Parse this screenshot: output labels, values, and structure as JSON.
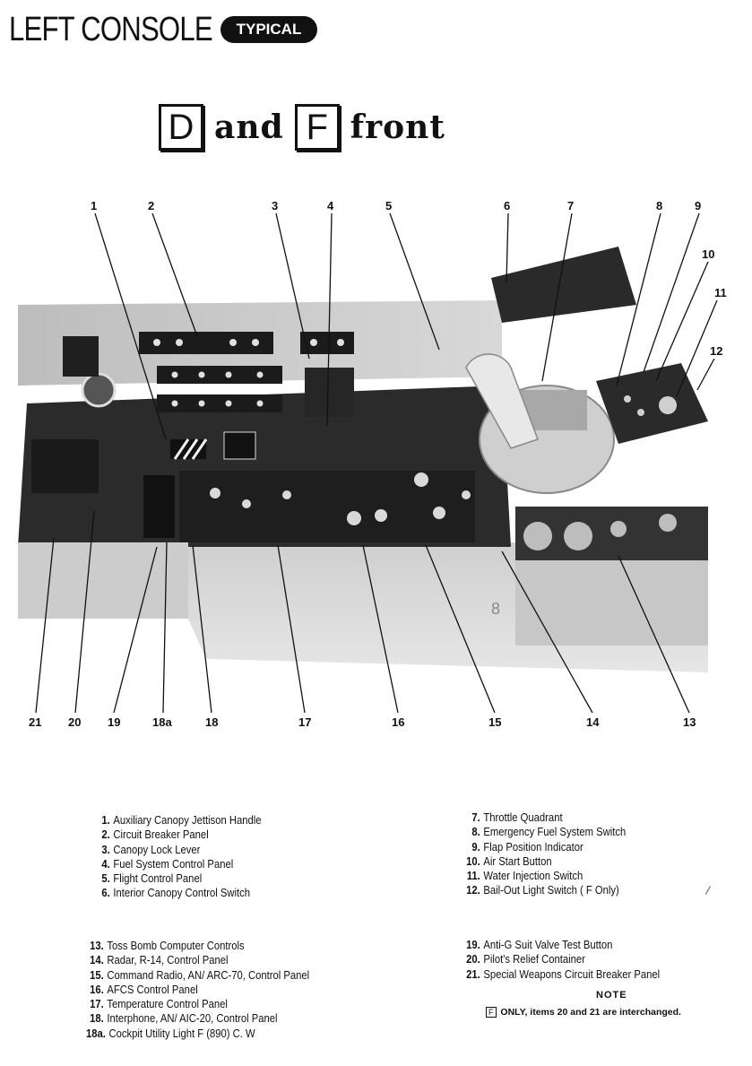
{
  "header": {
    "title": "LEFT CONSOLE",
    "badge": "TYPICAL"
  },
  "variant": {
    "box1": "D",
    "word1": "and",
    "box2": "F",
    "word2": "front"
  },
  "callouts": {
    "top": [
      "1",
      "2",
      "3",
      "4",
      "5",
      "6",
      "7",
      "8",
      "9",
      "10",
      "11",
      "12"
    ],
    "bottom": [
      "21",
      "20",
      "19",
      "18a",
      "18",
      "17",
      "16",
      "15",
      "14",
      "13"
    ]
  },
  "photo_label": "8",
  "legend_a": [
    {
      "num": "1.",
      "text": "Auxiliary Canopy Jettison Handle"
    },
    {
      "num": "2.",
      "text": "Circuit Breaker Panel"
    },
    {
      "num": "3.",
      "text": "Canopy Lock Lever"
    },
    {
      "num": "4.",
      "text": "Fuel System Control Panel"
    },
    {
      "num": "5.",
      "text": "Flight Control Panel"
    },
    {
      "num": "6.",
      "text": "Interior Canopy Control Switch"
    }
  ],
  "legend_b": [
    {
      "num": "7.",
      "text": "Throttle Quadrant"
    },
    {
      "num": "8.",
      "text": "Emergency Fuel System Switch"
    },
    {
      "num": "9.",
      "text": "Flap Position Indicator"
    },
    {
      "num": "10.",
      "text": "Air Start Button"
    },
    {
      "num": "11.",
      "text": "Water Injection Switch"
    },
    {
      "num": "12.",
      "text": "Bail-Out Light Switch ( F Only)"
    }
  ],
  "legend_c": [
    {
      "num": "13.",
      "text": "Toss Bomb Computer Controls"
    },
    {
      "num": "14.",
      "text": "Radar, R-14, Control Panel"
    },
    {
      "num": "15.",
      "text": "Command Radio, AN/ ARC-70, Control Panel"
    },
    {
      "num": "16.",
      "text": "AFCS Control Panel"
    },
    {
      "num": "17.",
      "text": "Temperature Control Panel"
    },
    {
      "num": "18.",
      "text": "Interphone, AN/ AIC-20, Control Panel"
    },
    {
      "num": "18a.",
      "text": "Cockpit Utility Light F (890) C. W"
    }
  ],
  "legend_d": [
    {
      "num": "19.",
      "text": "Anti-G Suit Valve Test Button"
    },
    {
      "num": "20.",
      "text": "Pilot's Relief Container"
    },
    {
      "num": "21.",
      "text": "Special Weapons Circuit Breaker Panel"
    }
  ],
  "note": {
    "title": "NOTE",
    "box": "F",
    "text": "ONLY, items 20 and 21 are interchanged."
  }
}
